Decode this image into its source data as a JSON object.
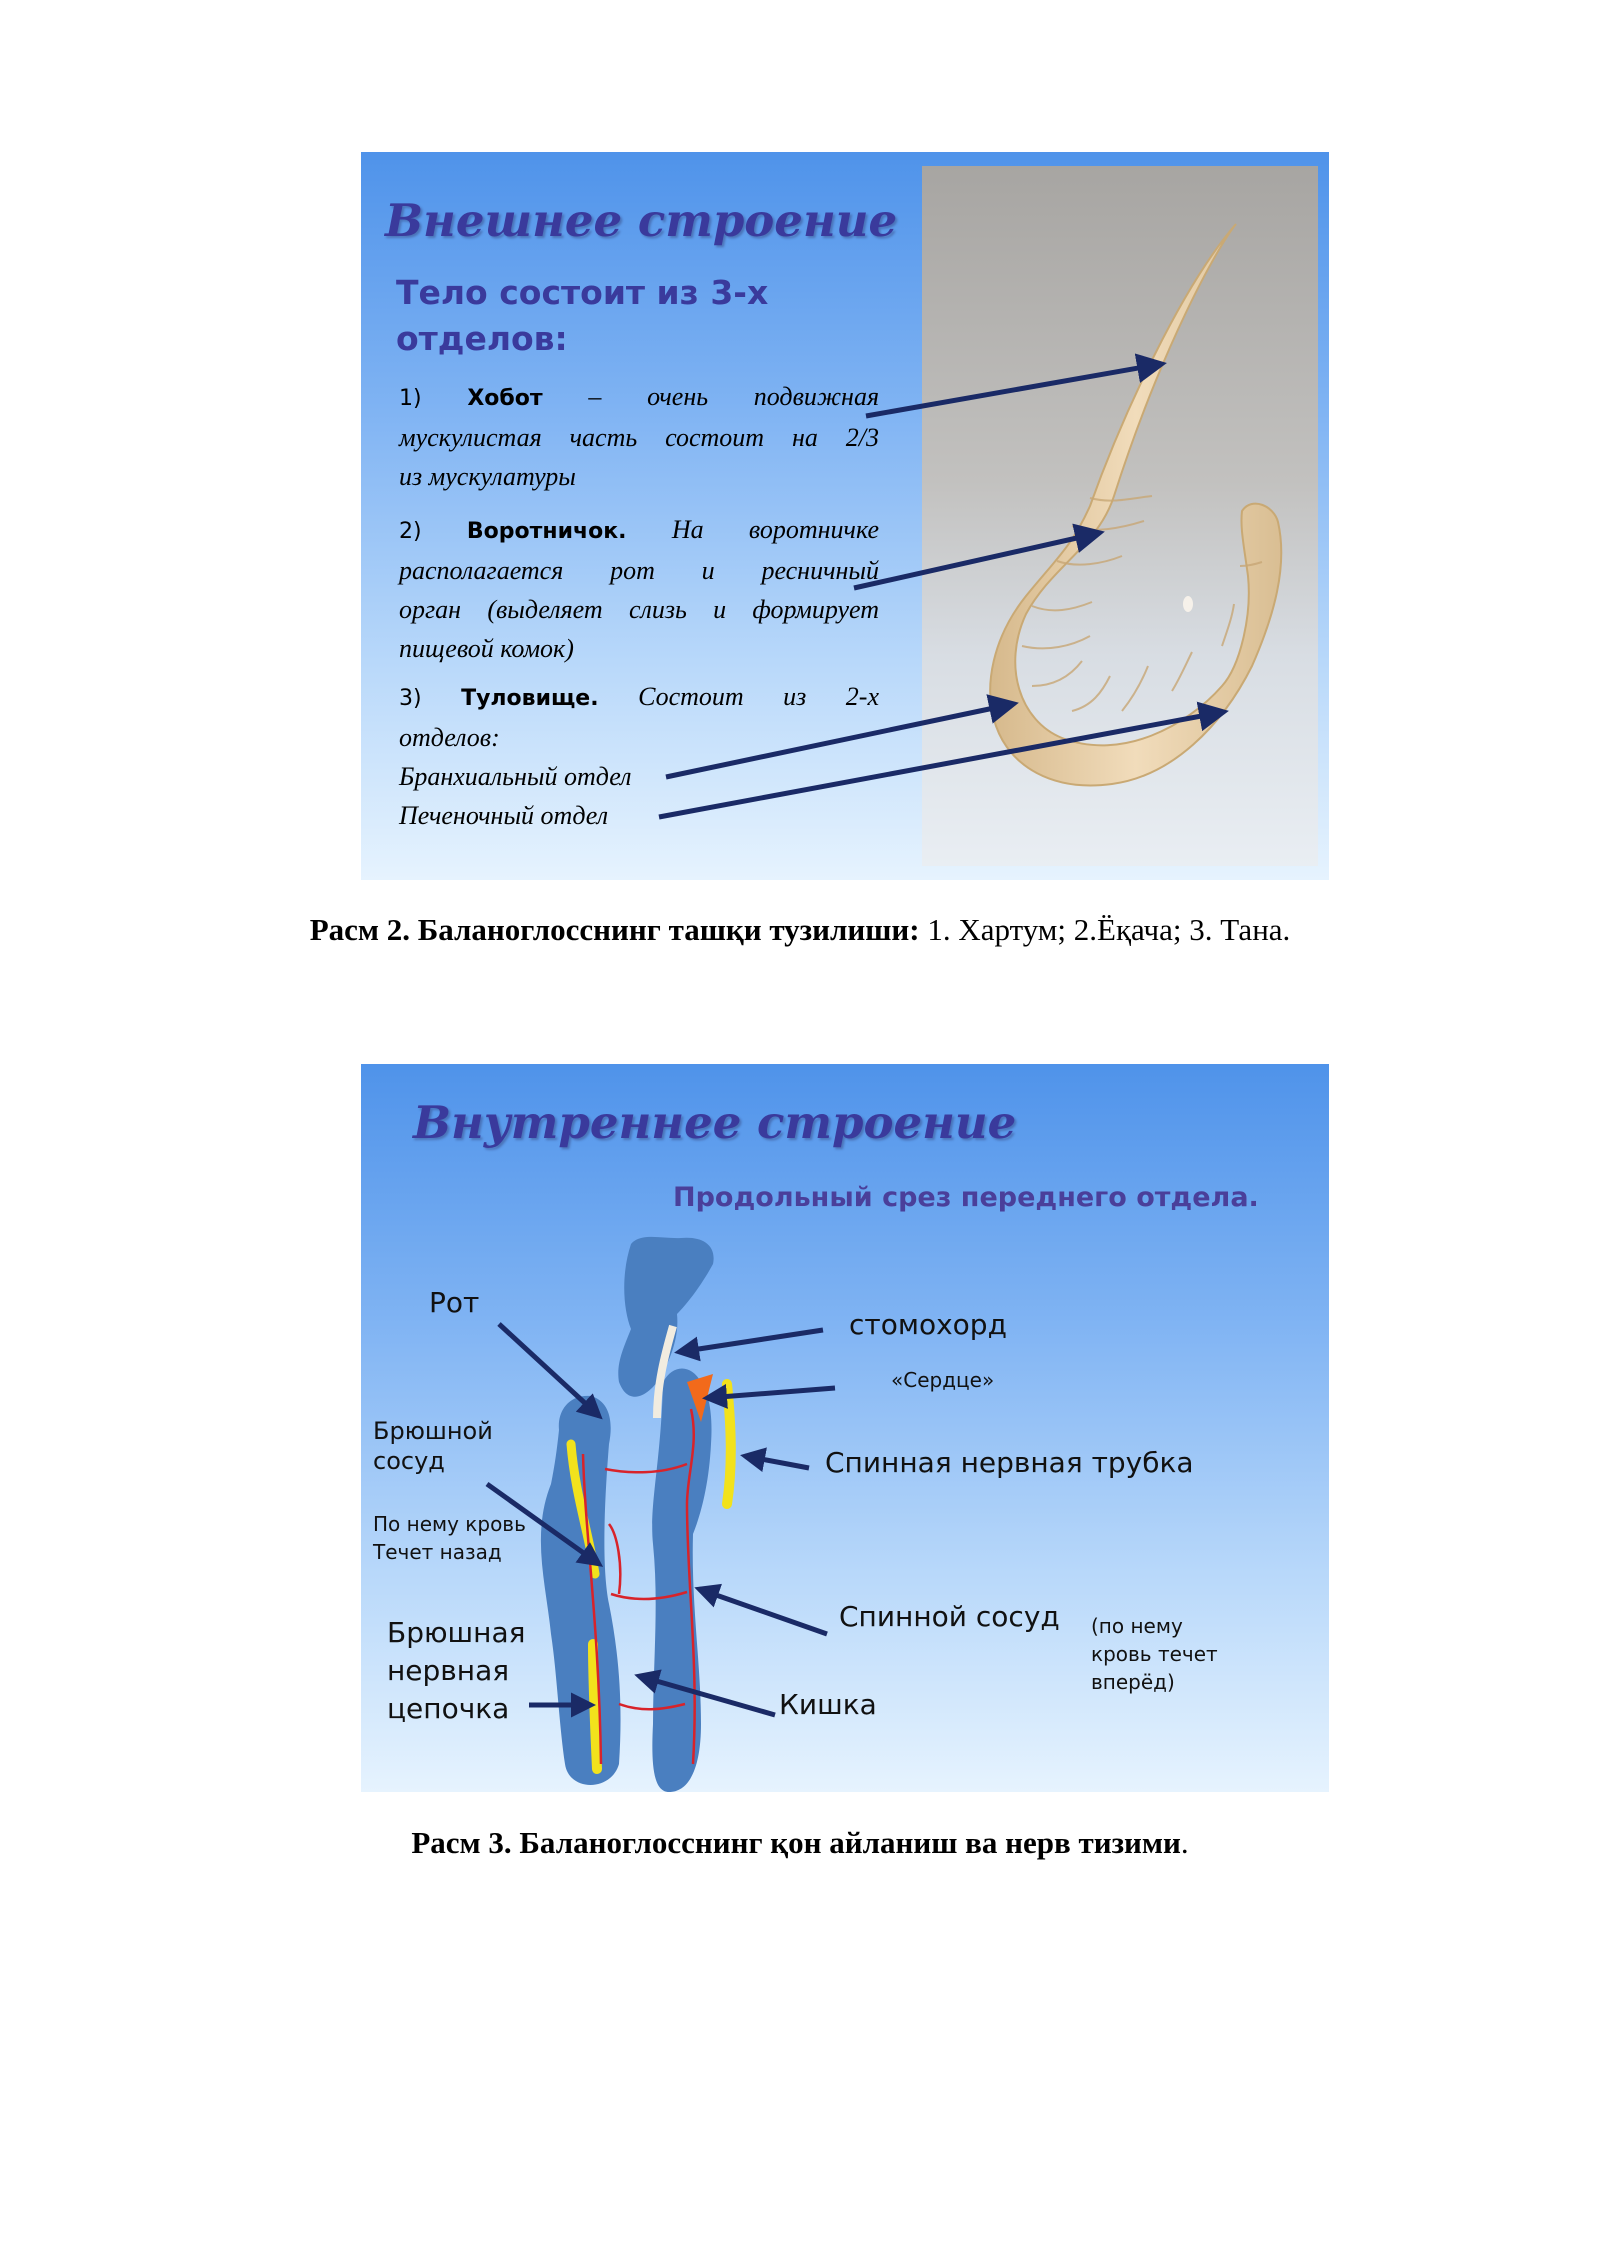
{
  "figure1": {
    "title": "Внешнее строение",
    "subtitle": "Тело состоит из 3-х отделов:",
    "items": [
      {
        "num": "1)",
        "term": "Хобот",
        "dash": "–",
        "line1": "очень подвижная",
        "line2": "мускулистая часть состоит на 2/3",
        "line3": "из мускулатуры"
      },
      {
        "num": "2)",
        "term": "Воротничок.",
        "line1": "На воротничке",
        "line2": "располагается рот и ресничный",
        "line3": "орган (выделяет слизь и формирует",
        "line4": "пищевой комок)"
      },
      {
        "num": "3)",
        "term": "Туловище.",
        "line1": "Состоит из 2-х",
        "line2": "отделов:",
        "line3": "Бранхиальный отдел",
        "line4": "Печеночный отдел"
      }
    ],
    "caption_bold": "Расм 2. Баланоглосснинг ташқи тузилиши:",
    "caption_rest": " 1. Хартум; 2.Ёқача; 3. Тана."
  },
  "figure2": {
    "title": "Внутреннее строение",
    "subtitle": "Продольный срез переднего отдела.",
    "labels": {
      "mouth": "Рот",
      "stomochord": "стомохорд",
      "heart": "«Сердце»",
      "ventral_vessel": "Брюшной\nсосуд",
      "backflow": "По нему кровь\nТечет назад",
      "dorsal_nerve": "Спинная нервная трубка",
      "dorsal_vessel": "Спинной сосуд",
      "forward_flow": "(по нему\nкровь течет\nвперёд)",
      "ventral_nerve": "Брюшная\nнервная\nцепочка",
      "gut": "Кишка"
    },
    "caption_bold": "Расм 3. Баланоглосснинг қон айланиш ва нерв тизими",
    "caption_rest": "."
  },
  "colors": {
    "slide_title": "#3a3a9c",
    "arrow": "#1a2a66",
    "worm_body": "#e9d2ad",
    "diagram_body": "#4a7fc0",
    "nerve": "#f2e21c",
    "vessel": "#d8232a",
    "heart": "#f26a1b"
  }
}
